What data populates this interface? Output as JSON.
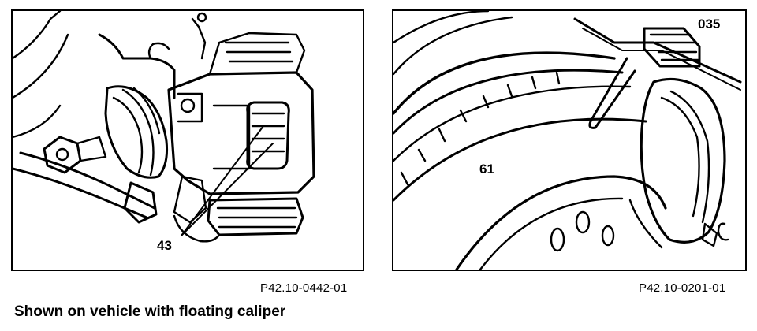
{
  "figures": [
    {
      "callout": "43",
      "code": "P42.10-0442-01"
    },
    {
      "callouts": [
        "61",
        "035"
      ],
      "code": "P42.10-0201-01"
    }
  ],
  "caption": "Shown on vehicle with floating caliper"
}
